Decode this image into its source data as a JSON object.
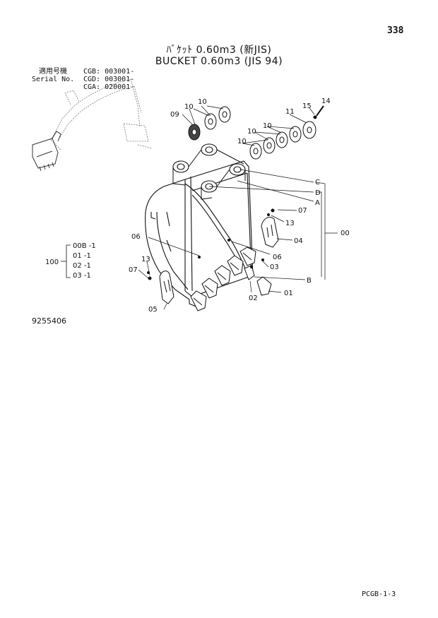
{
  "header": {
    "page_number": "338",
    "title_jp": "ﾊﾞｹｯﾄ 0.60m3 (新JIS)",
    "title_en": "BUCKET 0.60m3 (JIS 94)"
  },
  "serial": {
    "label_jp": "適用号機",
    "label_en": "Serial No.",
    "entries": [
      "CGB: 003001-",
      "CGD: 003001-",
      "CGA: 020001-"
    ]
  },
  "callouts": {
    "c10a": "10",
    "c10b": "10",
    "c10c": "10",
    "c10d": "10",
    "c10e": "10",
    "c09": "09",
    "c11": "11",
    "c15": "15",
    "c14": "14",
    "cC": "C",
    "cD": "D",
    "cA": "A",
    "cB": "B",
    "c07a": "07",
    "c13a": "13",
    "c04": "04",
    "c00": "00",
    "c06a": "06",
    "c06b": "06",
    "c03": "03",
    "c13b": "13",
    "c07b": "07",
    "c05": "05",
    "c02": "02",
    "c01": "01"
  },
  "assembly": {
    "parent": "100",
    "items": [
      "00B -1",
      "01  -1",
      "02  -1",
      "03  -1"
    ]
  },
  "footer": {
    "drawing_number": "9255406",
    "page_code": "PCGB-1-3"
  }
}
